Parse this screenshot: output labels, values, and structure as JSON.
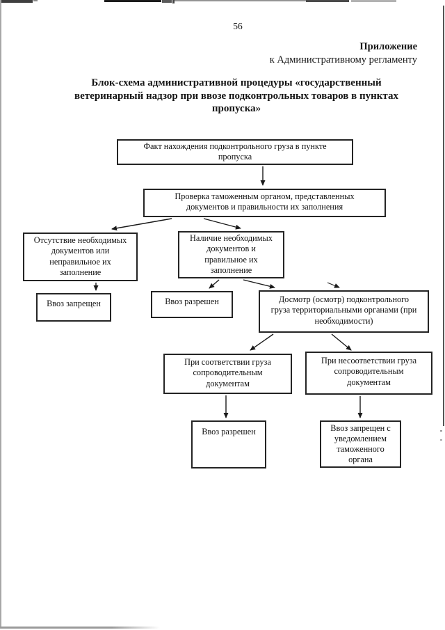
{
  "page": {
    "number": "56",
    "appendix_line1": "Приложение",
    "appendix_line2": "к Административному регламенту",
    "title": "Блок-схема административной процедуры «государственный\nветеринарный надзор при ввозе подконтрольных товаров в пунктах\nпропуска»"
  },
  "flowchart": {
    "nodes": {
      "fact": {
        "text": "Факт нахождения подконтрольного груза в пункте\nпропуска"
      },
      "check": {
        "text": "Проверка таможенным органом, представленных\nдокументов и правильности их заполнения"
      },
      "absence": {
        "text": "Отсутствие необходимых\nдокументов или\nнеправильное их\nзаполнение"
      },
      "presence": {
        "text": "Наличие необходимых\nдокументов и\nправильное их\nзаполнение"
      },
      "import_banned": {
        "text": "Ввоз запрещен"
      },
      "import_allowed": {
        "text": "Ввоз разрешен"
      },
      "inspection": {
        "text": "Досмотр (осмотр) подконтрольного\nгруза территориальными органами (при\nнеобходимости)"
      },
      "conform": {
        "text": "При соответствии груза\nсопроводительным\nдокументам"
      },
      "nonconform": {
        "text": "При несоответствии груза\nсопроводительным\nдокументам"
      },
      "import_allowed_final": {
        "text": "Ввоз разрешен"
      },
      "import_banned_notify": {
        "text": "Ввоз запрещен с\nуведомлением\nтаможенного\nоргана"
      }
    },
    "edges": [
      {
        "from": "fact",
        "to": "check"
      },
      {
        "from": "check",
        "to": "absence"
      },
      {
        "from": "check",
        "to": "presence"
      },
      {
        "from": "absence",
        "to": "import_banned"
      },
      {
        "from": "presence",
        "to": "import_allowed"
      },
      {
        "from": "presence",
        "to": "inspection"
      },
      {
        "from": "inspection",
        "to": "conform"
      },
      {
        "from": "inspection",
        "to": "nonconform"
      },
      {
        "from": "conform",
        "to": "import_allowed_final"
      },
      {
        "from": "nonconform",
        "to": "import_banned_notify"
      }
    ]
  },
  "colors": {
    "ink": "#151515",
    "box_border": "#242424",
    "scan_edge_gray": "#9a9a9a"
  }
}
